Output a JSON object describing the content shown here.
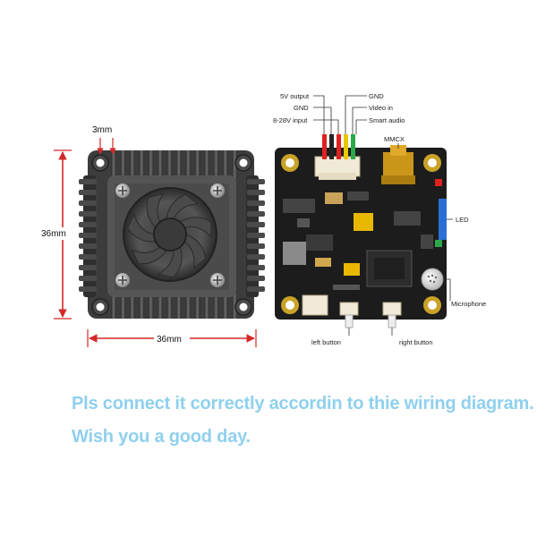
{
  "heatsink": {
    "dim_top": "3mm",
    "dim_height": "36mm",
    "dim_width": "36mm"
  },
  "board": {
    "labels": {
      "v5_output": "5V output",
      "gnd_left": "GND",
      "input": "8-28V input",
      "gnd_right": "GND",
      "video_in": "Video in",
      "smart_audio": "Smart audio",
      "mmcx": "MMCX",
      "led": "LED",
      "microphone": "Microphone",
      "left_button": "left button",
      "right_button": "right button"
    }
  },
  "caption": {
    "line1": "Pls connect it correctly accordin to thie wiring diagram.",
    "line2": "Wish you a good day."
  },
  "colors": {
    "dimension_red": "#d62828",
    "caption_blue": "#8fd0ee",
    "wire_red": "#e02020",
    "wire_black": "#222222",
    "wire_yellow": "#e8c800",
    "wire_green": "#2aa84a",
    "led_blue": "#2a6fd6"
  }
}
